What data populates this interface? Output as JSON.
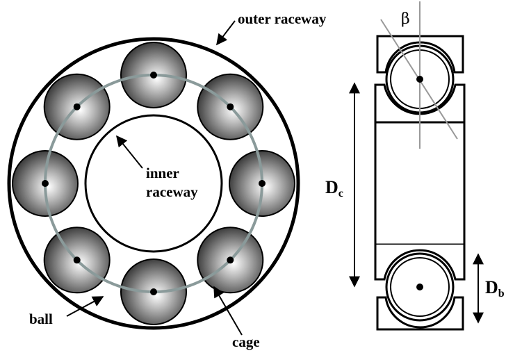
{
  "labels": {
    "outer_raceway": "outer raceway",
    "inner_raceway_line1": "inner",
    "inner_raceway_line2": "raceway",
    "ball": "ball",
    "cage": "cage",
    "contact_angle": "β",
    "pitch_diameter_main": "D",
    "pitch_diameter_sub": "c",
    "ball_diameter_main": "D",
    "ball_diameter_sub": "b"
  },
  "ball_count": 8,
  "colors": {
    "stroke": "#000000",
    "cage": "#8a9a9a",
    "ball_dark": "#2e2e2e",
    "ball_light": "#ffffff",
    "angle_line": "#999999"
  }
}
